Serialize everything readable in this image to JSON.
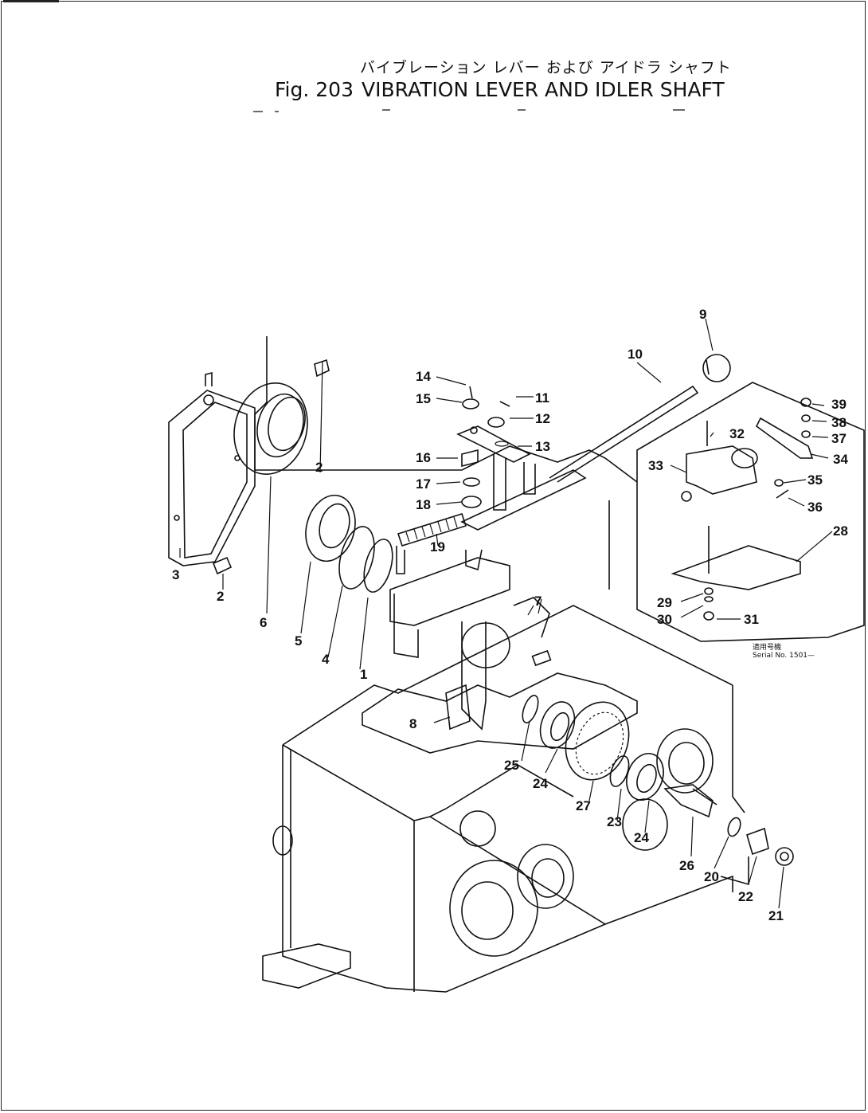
{
  "title_jp": "バイブレーション レバー および アイドラ シャフト",
  "title_fig": "Fig. 203",
  "title_en": "VIBRATION LEVER AND IDLER SHAFT",
  "serial_jp": "適用号機",
  "serial_en": "Serial No. 1501—",
  "callouts": [
    "1",
    "2",
    "3",
    "4",
    "5",
    "6",
    "7",
    "8",
    "9",
    "10",
    "11",
    "12",
    "13",
    "14",
    "15",
    "16",
    "17",
    "18",
    "19",
    "20",
    "21",
    "22",
    "23",
    "24",
    "25",
    "26",
    "27",
    "28",
    "29",
    "30",
    "31",
    "32",
    "33",
    "34",
    "35",
    "36",
    "37",
    "38",
    "39"
  ]
}
